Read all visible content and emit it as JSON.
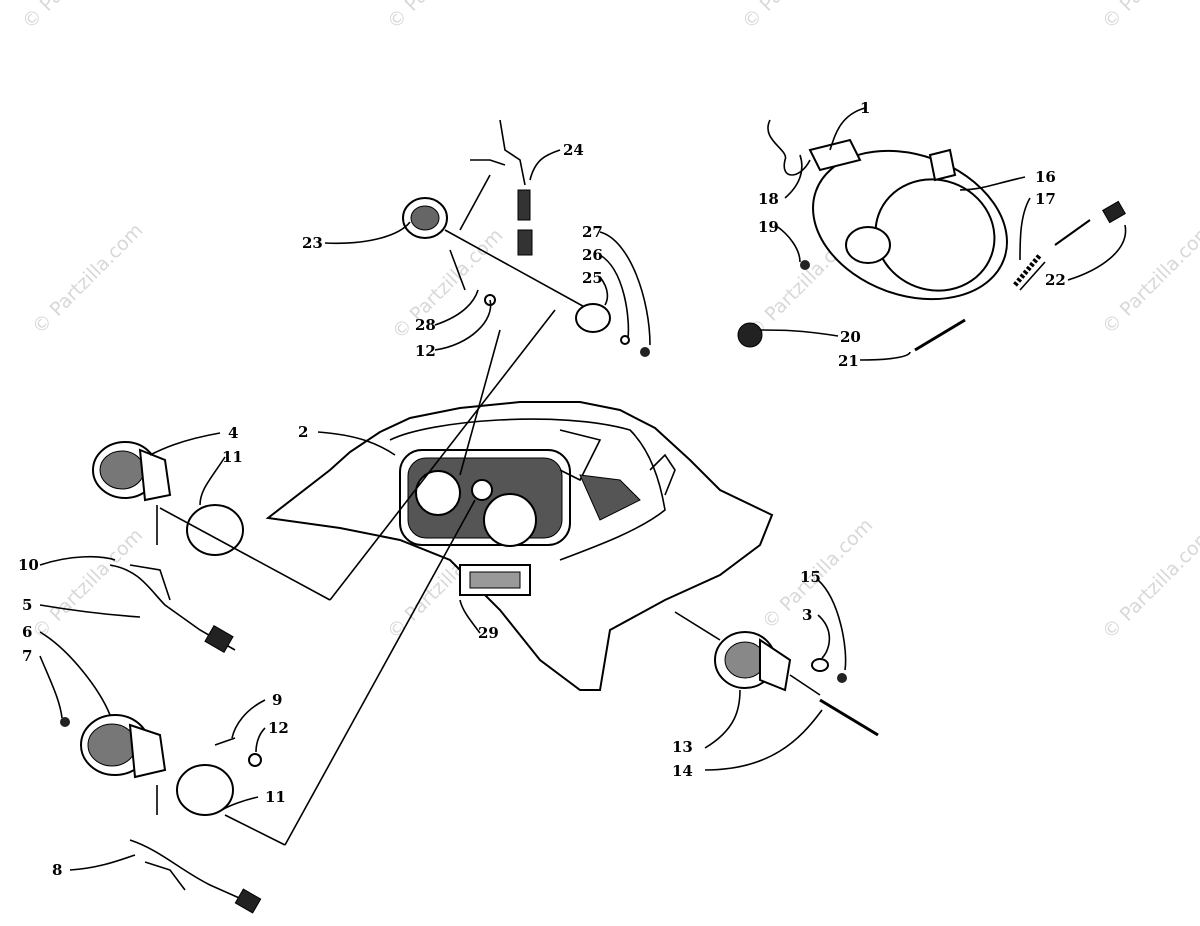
{
  "watermark": {
    "text": "© Partzilla.com"
  },
  "callouts": {
    "c1": "1",
    "c2": "2",
    "c3": "3",
    "c4": "4",
    "c5": "5",
    "c6": "6",
    "c7": "7",
    "c8": "8",
    "c9": "9",
    "c10": "10",
    "c11a": "11",
    "c11b": "11",
    "c12a": "12",
    "c12b": "12",
    "c13": "13",
    "c14": "14",
    "c15": "15",
    "c16": "16",
    "c17": "17",
    "c18": "18",
    "c19": "19",
    "c20": "20",
    "c21": "21",
    "c22": "22",
    "c23": "23",
    "c24": "24",
    "c25": "25",
    "c26": "26",
    "c27": "27",
    "c28": "28",
    "c29": "29"
  }
}
